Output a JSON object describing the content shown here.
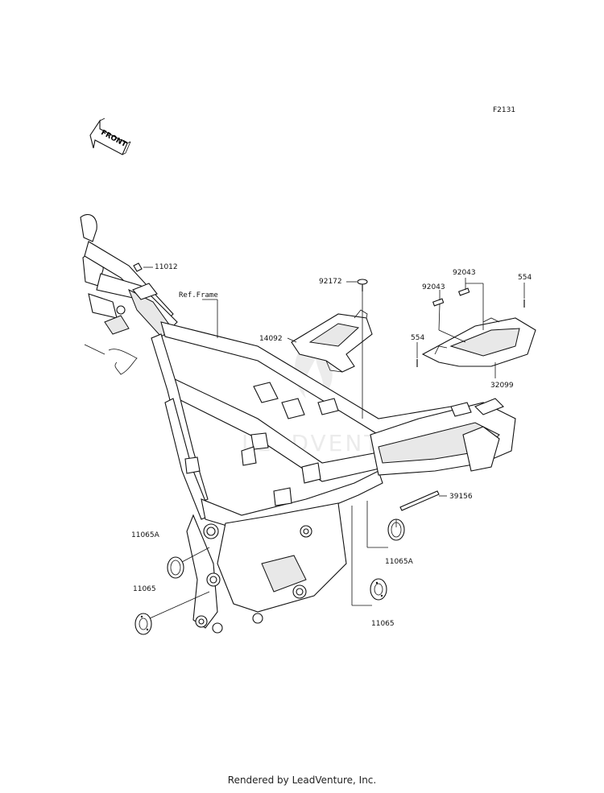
{
  "diagram": {
    "figure_code": "F2131",
    "front_arrow_text": "FRONT",
    "ref_frame_label": "Ref.Frame",
    "watermark_text": "LEADVENTURE",
    "part_labels": [
      {
        "id": "p11012",
        "text": "11012"
      },
      {
        "id": "p92172",
        "text": "92172"
      },
      {
        "id": "p92043a",
        "text": "92043"
      },
      {
        "id": "p92043b",
        "text": "92043"
      },
      {
        "id": "p554a",
        "text": "554"
      },
      {
        "id": "p554b",
        "text": "554"
      },
      {
        "id": "p14092",
        "text": "14092"
      },
      {
        "id": "p32099",
        "text": "32099"
      },
      {
        "id": "p39156",
        "text": "39156"
      },
      {
        "id": "p11065A_left",
        "text": "11065A"
      },
      {
        "id": "p11065_left",
        "text": "11065"
      },
      {
        "id": "p11065A_right",
        "text": "11065A"
      },
      {
        "id": "p11065_right",
        "text": "11065"
      }
    ]
  },
  "footer": {
    "text": "Rendered by LeadVenture, Inc."
  }
}
